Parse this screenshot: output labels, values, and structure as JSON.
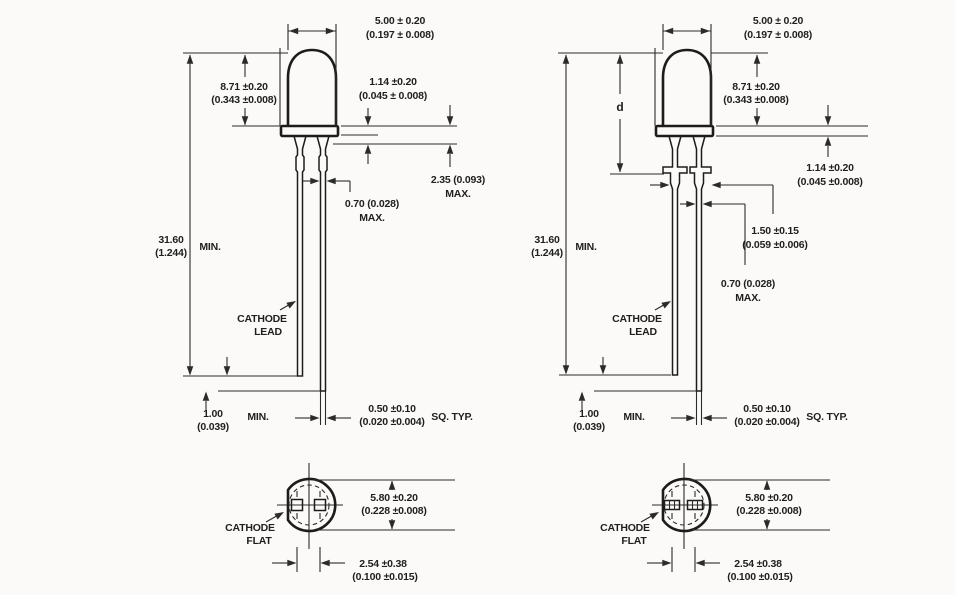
{
  "appearance": {
    "background": "#fbfaf8",
    "ink": "#1f1f1f"
  },
  "left": {
    "body_width": {
      "mm": "5.00 ± 0.20",
      "in": "(0.197 ± 0.008)"
    },
    "body_height": {
      "mm": "8.71 ±0.20",
      "in": "(0.343 ±0.008)"
    },
    "flange_thk": {
      "mm": "1.14 ±0.20",
      "in": "(0.045 ± 0.008)"
    },
    "shoulder": {
      "mm": "2.35 (0.093)",
      "suffix": "MAX."
    },
    "lead_width": {
      "mm": "0.70 (0.028)",
      "suffix": "MAX."
    },
    "lead_length": {
      "mm": "31.60",
      "in": "(1.244)",
      "suffix": "MIN."
    },
    "cathode_lead": {
      "line1": "CATHODE",
      "line2": "LEAD"
    },
    "tip_diff": {
      "mm": "1.00",
      "in": "(0.039)",
      "suffix": "MIN."
    },
    "lead_sq": {
      "mm": "0.50 ±0.10",
      "in": "(0.020 ±0.004)",
      "suffix": "SQ. TYP."
    },
    "bottom": {
      "dia": {
        "mm": "5.80 ±0.20",
        "in": "(0.228 ±0.008)"
      },
      "pitch": {
        "mm": "2.54 ±0.38",
        "in": "(0.100 ±0.015)"
      },
      "flat": {
        "line1": "CATHODE",
        "line2": "FLAT"
      }
    }
  },
  "right": {
    "body_width": {
      "mm": "5.00 ± 0.20",
      "in": "(0.197 ± 0.008)"
    },
    "body_height": {
      "mm": "8.71 ±0.20",
      "in": "(0.343 ±0.008)"
    },
    "standoff_height_label": "d",
    "flange_thk": {
      "mm": "1.14 ±0.20",
      "in": "(0.045 ±0.008)"
    },
    "standoff_width": {
      "mm": "1.50 ±0.15",
      "in": "(0.059 ±0.006)"
    },
    "lead_width": {
      "mm": "0.70 (0.028)",
      "suffix": "MAX."
    },
    "lead_length": {
      "mm": "31.60",
      "in": "(1.244)",
      "suffix": "MIN."
    },
    "cathode_lead": {
      "line1": "CATHODE",
      "line2": "LEAD"
    },
    "tip_diff": {
      "mm": "1.00",
      "in": "(0.039)",
      "suffix": "MIN."
    },
    "lead_sq": {
      "mm": "0.50 ±0.10",
      "in": "(0.020 ±0.004)",
      "suffix": "SQ. TYP."
    },
    "bottom": {
      "dia": {
        "mm": "5.80 ±0.20",
        "in": "(0.228 ±0.008)"
      },
      "pitch": {
        "mm": "2.54 ±0.38",
        "in": "(0.100 ±0.015)"
      },
      "flat": {
        "line1": "CATHODE",
        "line2": "FLAT"
      }
    }
  }
}
